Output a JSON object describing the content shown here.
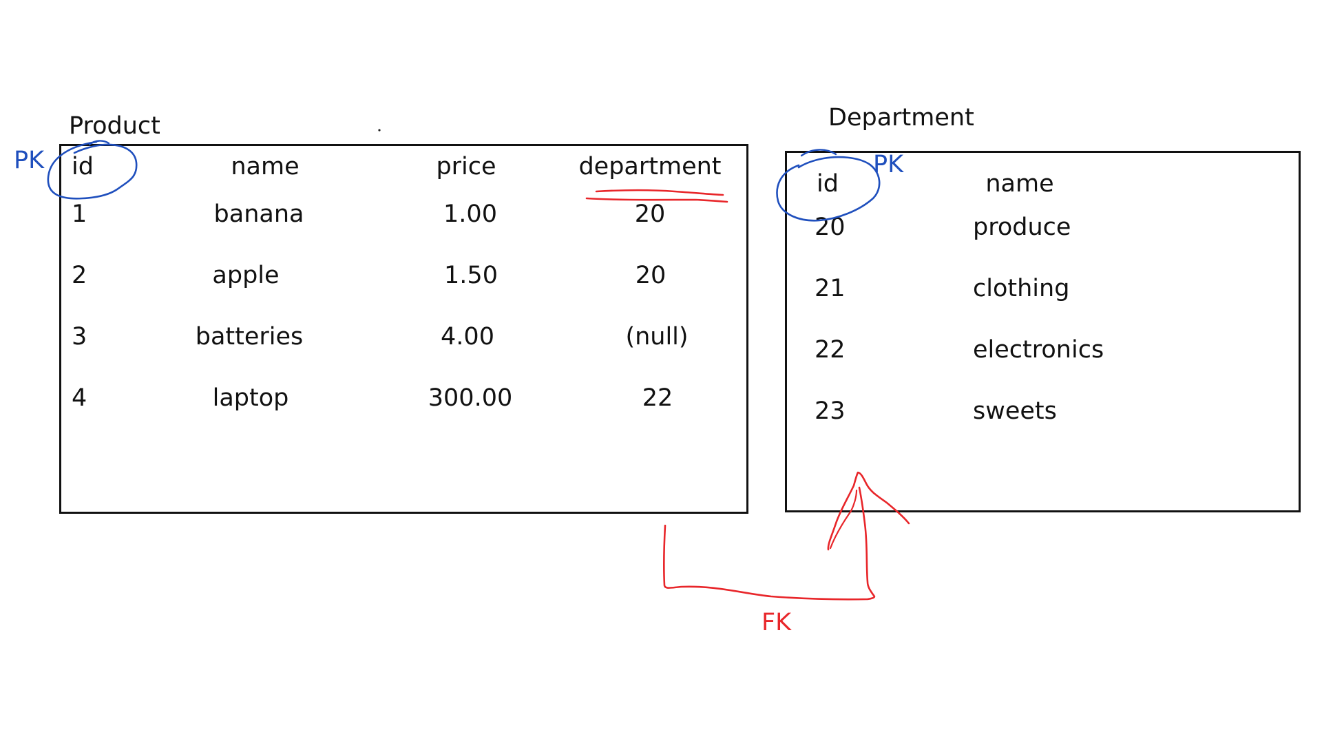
{
  "product": {
    "title": "Product",
    "columns": [
      "id",
      "name",
      "price",
      "department"
    ],
    "rows": [
      [
        "1",
        "banana",
        "1.00",
        "20"
      ],
      [
        "2",
        "apple",
        "1.50",
        "20"
      ],
      [
        "3",
        "batteries",
        "4.00",
        "(null)"
      ],
      [
        "4",
        "laptop",
        "300.00",
        "22"
      ]
    ],
    "pk_label": "PK"
  },
  "department": {
    "title": "Department",
    "columns": [
      "id",
      "name"
    ],
    "rows": [
      [
        "20",
        "produce"
      ],
      [
        "21",
        "clothing"
      ],
      [
        "22",
        "electronics"
      ],
      [
        "23",
        "sweets"
      ]
    ],
    "pk_label": "PK"
  },
  "fk_label": "FK",
  "colors": {
    "pk_ink": "#1f4fbd",
    "fk_ink": "#e8262a",
    "border": "#111111"
  }
}
